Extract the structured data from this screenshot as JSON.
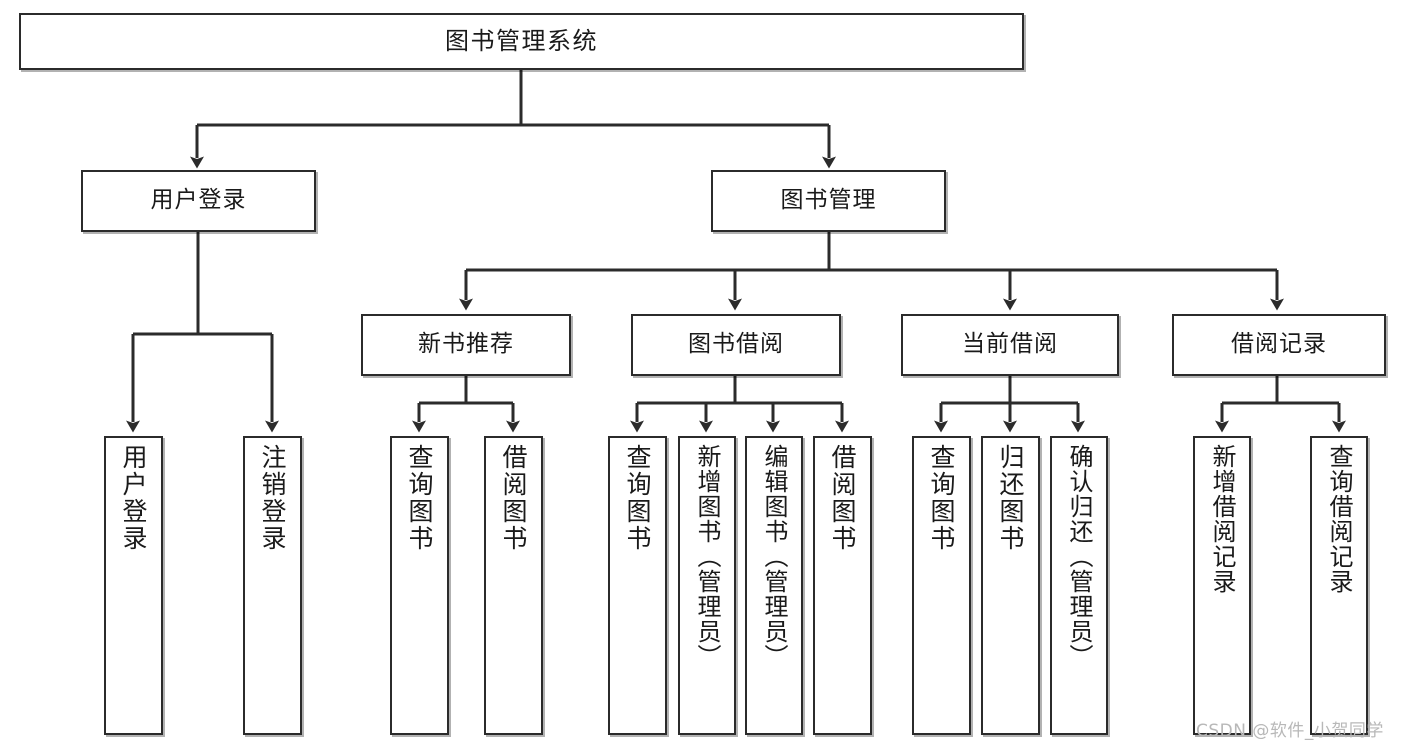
{
  "diagram": {
    "title": "图书管理系统",
    "type": "tree-hierarchy-chart",
    "levels": 4,
    "colors": {
      "stroke": "#2b2b2b",
      "fill": "#ffffff",
      "text": "#1a1a1a",
      "watermark": "#b8b8b8"
    },
    "root": {
      "label": "图书管理系统"
    },
    "level2": [
      {
        "label": "用户登录"
      },
      {
        "label": "图书管理"
      }
    ],
    "level3": [
      {
        "label": "新书推荐"
      },
      {
        "label": "图书借阅"
      },
      {
        "label": "当前借阅"
      },
      {
        "label": "借阅记录"
      }
    ],
    "leaves": {
      "user_login": [
        {
          "label": "用户登录"
        },
        {
          "label": "注销登录"
        }
      ],
      "new_book_recommend": [
        {
          "label": "查询图书"
        },
        {
          "label": "借阅图书"
        }
      ],
      "book_borrow": [
        {
          "label": "查询图书"
        },
        {
          "label": "新增图书（管理员）"
        },
        {
          "label": "编辑图书（管理员）"
        },
        {
          "label": "借阅图书"
        }
      ],
      "current_borrow": [
        {
          "label": "查询图书"
        },
        {
          "label": "归还图书"
        },
        {
          "label": "确认归还（管理员）"
        }
      ],
      "borrow_record": [
        {
          "label": "新增借阅记录"
        },
        {
          "label": "查询借阅记录"
        }
      ]
    },
    "watermark": "CSDN @软件_小贺同学"
  }
}
